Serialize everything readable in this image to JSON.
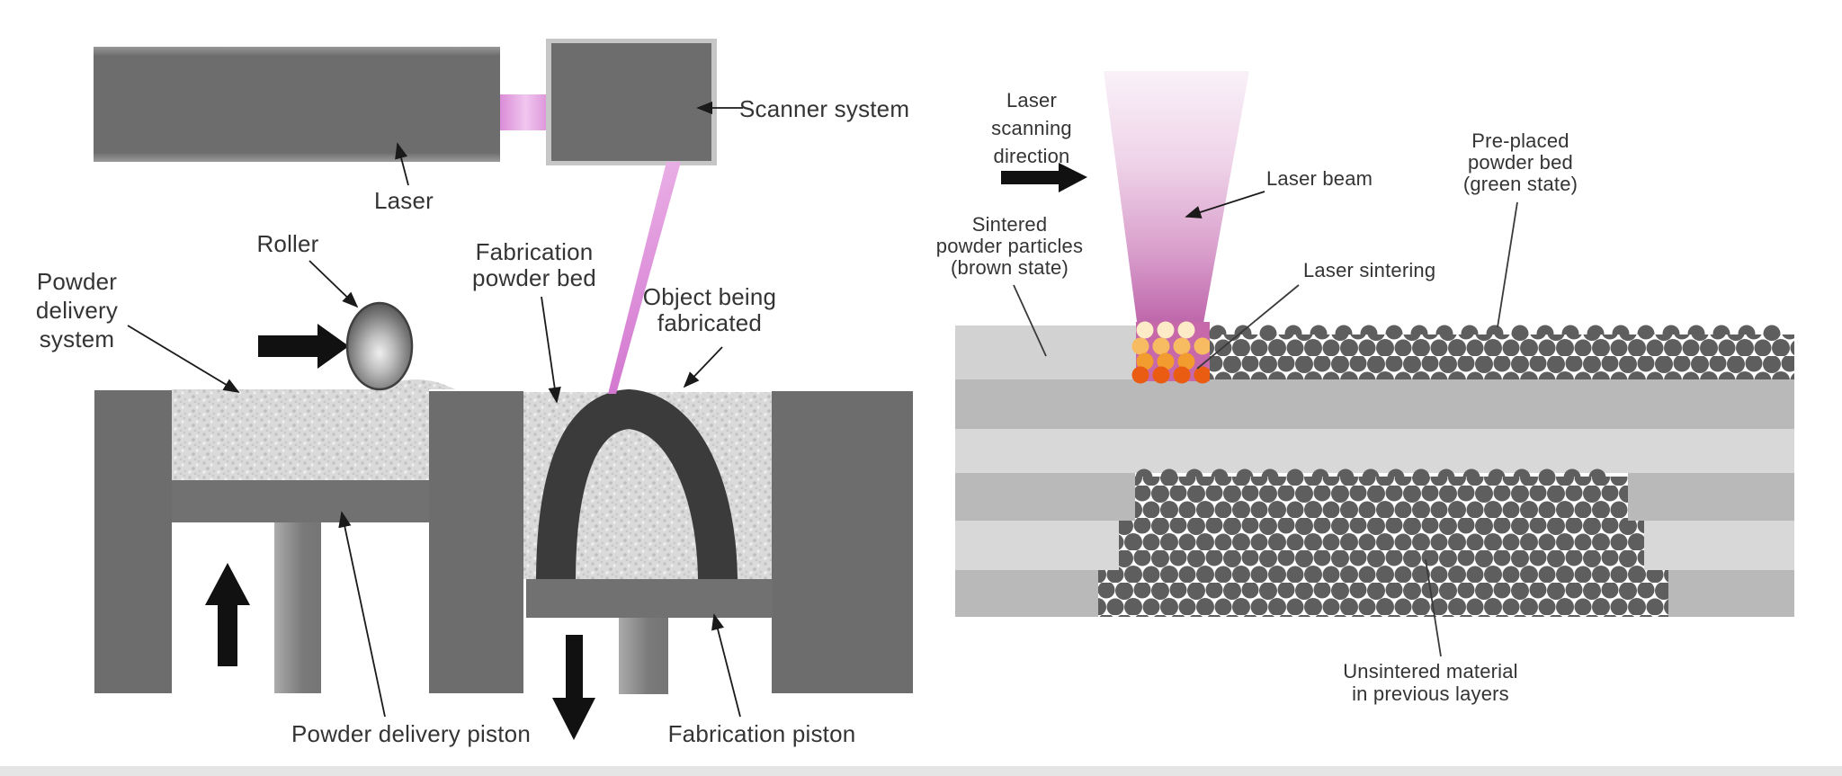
{
  "title": "Selective laser sintering process diagram",
  "colors": {
    "machine_gray": "#6d6d6d",
    "plate_gray": "#717171",
    "object_dark": "#3b3b3b",
    "beam_pink": "#d276cf",
    "cone_bottom_pink": "#bc62a8",
    "band_medium": "#b9b9b9",
    "band_light": "#d8d8d8",
    "sintered_slab": "#d2d2d2",
    "powder_dark": "#5e5e5e",
    "hot_cream": "#fdeac6",
    "hot_light_amber": "#f7bc62",
    "hot_amber": "#f29b2e",
    "hot_orange": "#e95c12",
    "arrow_black": "#111111"
  },
  "left": {
    "labels": {
      "laser": "Laser",
      "scanner_system": "Scanner system",
      "roller": "Roller",
      "powder_delivery_system": "Powder\ndelivery\nsystem",
      "fabrication_powder_bed": "Fabrication\npowder bed",
      "object_being_fabricated": "Object being\nfabricated",
      "powder_delivery_piston": "Powder delivery piston",
      "fabrication_piston": "Fabrication piston"
    }
  },
  "right": {
    "labels": {
      "laser_scanning_direction": "Laser\nscanning\ndirection",
      "laser_beam": "Laser beam",
      "sintered_powder_particles": "Sintered\npowder particles\n(brown state)",
      "laser_sintering": "Laser sintering",
      "pre_placed_powder_bed": "Pre-placed\npowder bed\n(green state)",
      "unsintered_material": "Unsintered material\nin previous layers"
    }
  }
}
